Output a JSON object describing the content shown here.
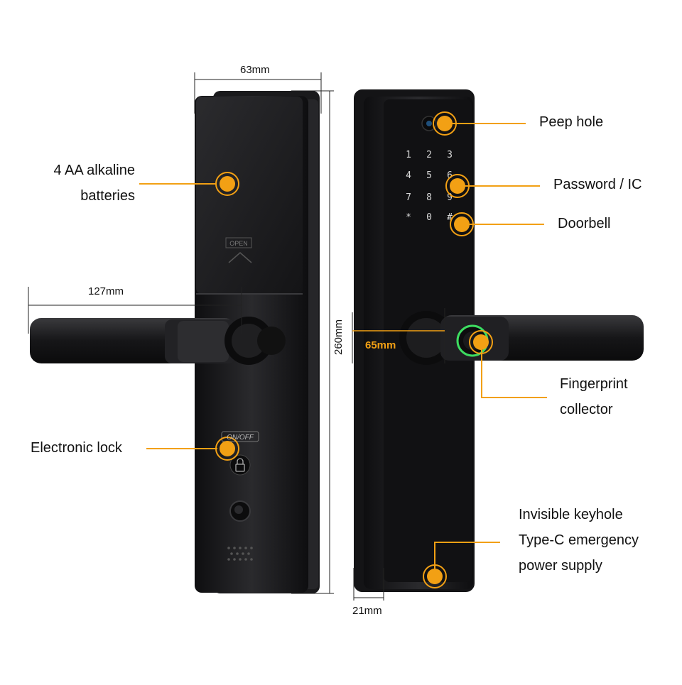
{
  "dimensions": {
    "width_label": "63mm",
    "handle_length_label": "127mm",
    "height_label": "260mm",
    "center_distance_label": "65mm",
    "thickness_label": "21mm"
  },
  "back_panel": {
    "open_label": "OPEN",
    "on_off_label": "ON/OFF"
  },
  "keypad": {
    "keys": [
      "1",
      "2",
      "3",
      "4",
      "5",
      "6",
      "7",
      "8",
      "9",
      "*",
      "0",
      "#"
    ]
  },
  "callouts": {
    "batteries": [
      "4 AA alkaline",
      "batteries"
    ],
    "electronic_lock": "Electronic lock",
    "peep_hole": "Peep hole",
    "password": "Password / IC",
    "doorbell": "Doorbell",
    "fingerprint": [
      "Fingerprint",
      "collector"
    ],
    "keyhole": [
      "Invisible keyhole",
      "Type-C emergency",
      "power supply"
    ]
  },
  "colors": {
    "accent": "#f2a014",
    "body": "#1c1c1e",
    "fingerprint_ring": "#3ddc60"
  }
}
